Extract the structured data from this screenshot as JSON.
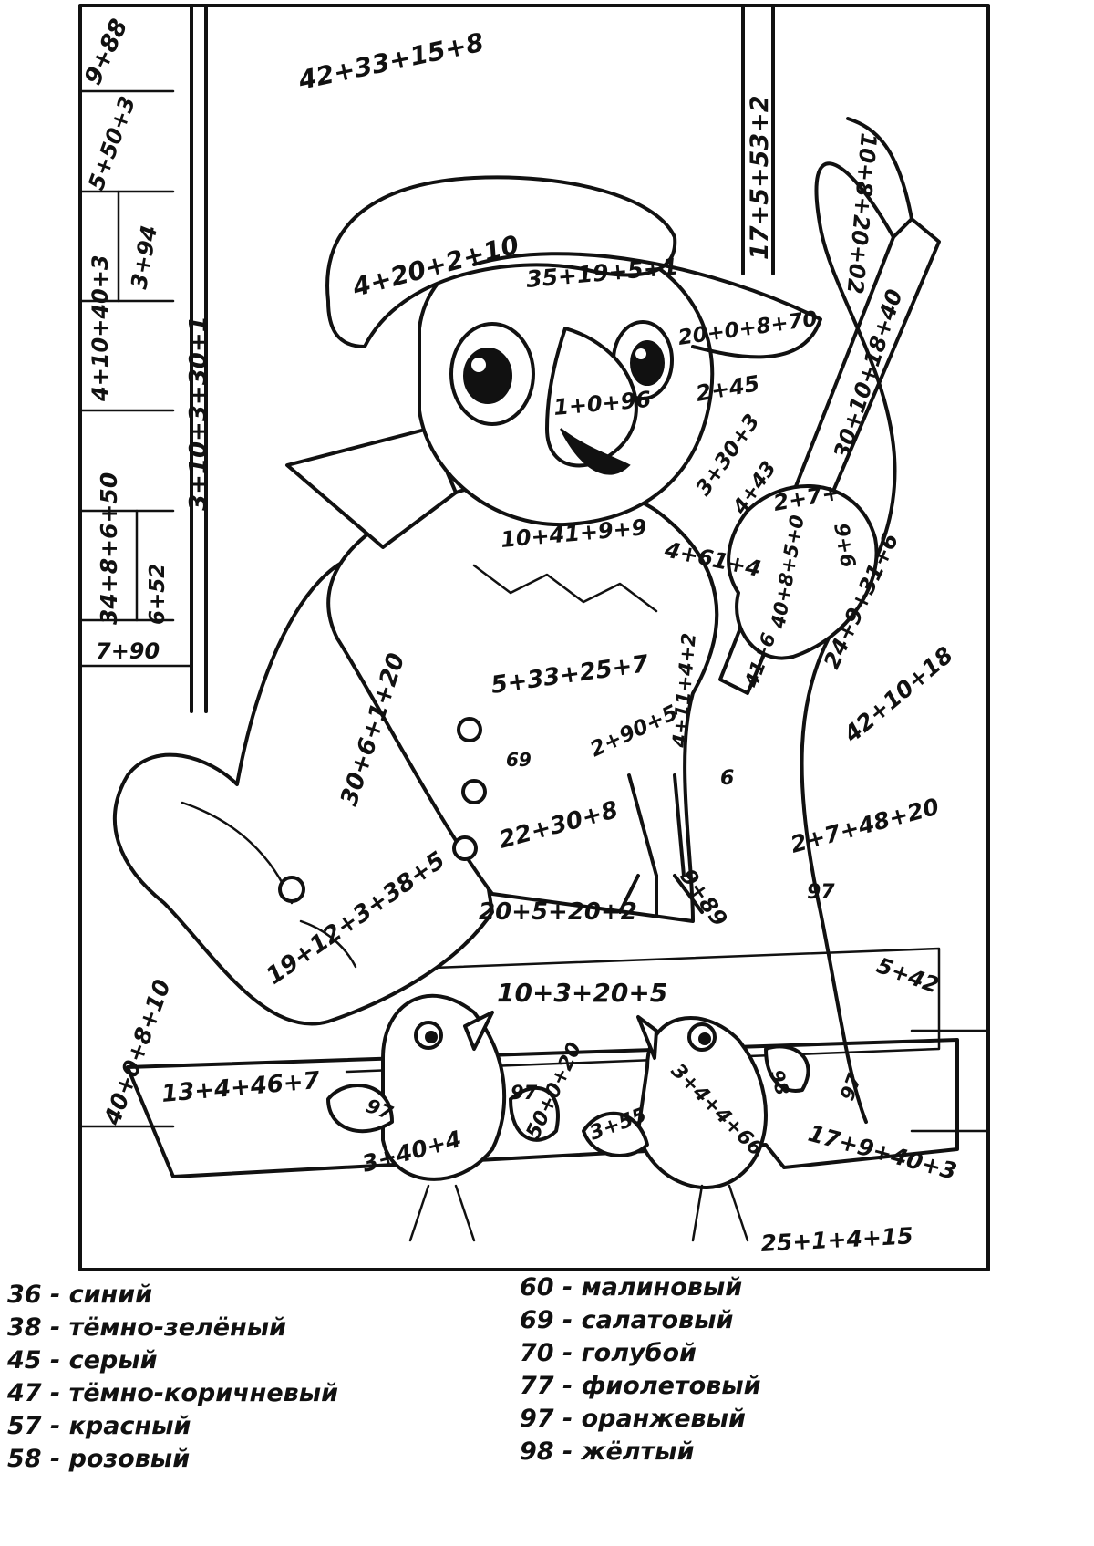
{
  "expressions": {
    "e01": "9+88",
    "e02": "42+33+15+8",
    "e03": "5+50+3",
    "e04": "17+5+53+2",
    "e05": "3+94",
    "e06": "4+20+2+10",
    "e07": "35+19+5+1",
    "e08": "10+8+20+02",
    "e09": "4+10+40+3",
    "e10": "3+10+3+30+1",
    "e11": "20+0+8+70",
    "e12": "2+45",
    "e13": "1+0+96",
    "e14": "3+30+3",
    "e15": "4+43",
    "e16": "30+10+18+40",
    "e17": "34+8+6+50",
    "e18": "2+7+",
    "e19": "9+6",
    "e20": "10+41+9+9",
    "e21": "4+61+4",
    "e22": "6+52",
    "e23": "24+9+31+6",
    "e24": "40+8+5+0",
    "e25": "7+90",
    "e26": "41+6",
    "e27": "5+33+25+7",
    "e28": "30+6+1+20",
    "e29": "42+10+18",
    "e30": "4+11+4+2",
    "e31": "2+90+5",
    "e32": "69",
    "e33": "6",
    "e34": "22+30+8",
    "e35": "2+7+48+20",
    "e36": "19+12+3+38+5",
    "e37": "97",
    "e38": "9+89",
    "e39": "20+5+20+2",
    "e40": "5+42",
    "e41": "10+3+20+5",
    "e42": "40+0+8+10",
    "e43": "13+4+46+7",
    "e44": "97",
    "e45": "97",
    "e46": "3+40+4",
    "e47": "50+0+20",
    "e48": "3+4+4+66",
    "e49": "98",
    "e50": "3+55",
    "e51": "97",
    "e52": "17+9+40+3",
    "e53": "25+1+4+15"
  },
  "legend": {
    "left": [
      "36 - синий",
      "38 - тёмно-зелёный",
      "45 - серый",
      "47 - тёмно-коричневый",
      "57 - красный",
      "58 - розовый"
    ],
    "right": [
      "60 - малиновый",
      "69 - салатовый",
      "70 - голубой",
      "77 - фиолетовый",
      "97 - оранжевый",
      "98 - жёлтый"
    ]
  }
}
